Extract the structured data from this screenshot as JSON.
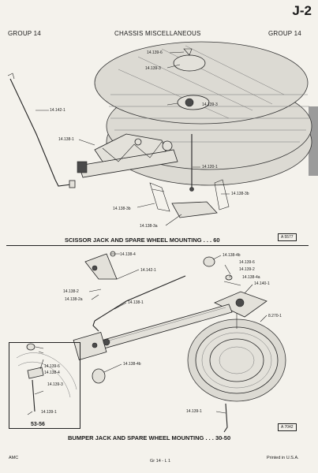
{
  "header": {
    "page_code": "J-2",
    "group_left": "GROUP 14",
    "title": "CHASSIS MISCELLANEOUS",
    "group_right": "GROUP 14"
  },
  "top_callouts": [
    "14.139-6",
    "14.139-3",
    "14.139-3",
    "14.142-1",
    "14.138-1",
    "14.120-1",
    "14.138-3b",
    "14.138-3b",
    "14.138-3a"
  ],
  "top_caption": "SCISSOR JACK AND SPARE WHEEL MOUNTING . . . 60",
  "top_ref": "A 5577",
  "bottom_callouts": [
    "14.138-4",
    "14.142-1",
    "14.138-2",
    "14.138-2a",
    "14.138-4b",
    "14.139-6",
    "14.139-2",
    "14.138-4a",
    "14.140-1",
    "14.138-1",
    "8.270-1",
    "14.138-4b",
    "14.139-1"
  ],
  "inset_callouts": [
    "14.139-6",
    "14.138-4",
    "14.139-3",
    "14.139-1"
  ],
  "inset_label": "53-56",
  "bottom_caption": "BUMPER JACK AND SPARE WHEEL MOUNTING . . . 30-50",
  "bottom_ref": "A 7042",
  "footer": {
    "left": "AMC",
    "center": "Gr 14 - L 1",
    "right": "Printed in U.S.A."
  }
}
